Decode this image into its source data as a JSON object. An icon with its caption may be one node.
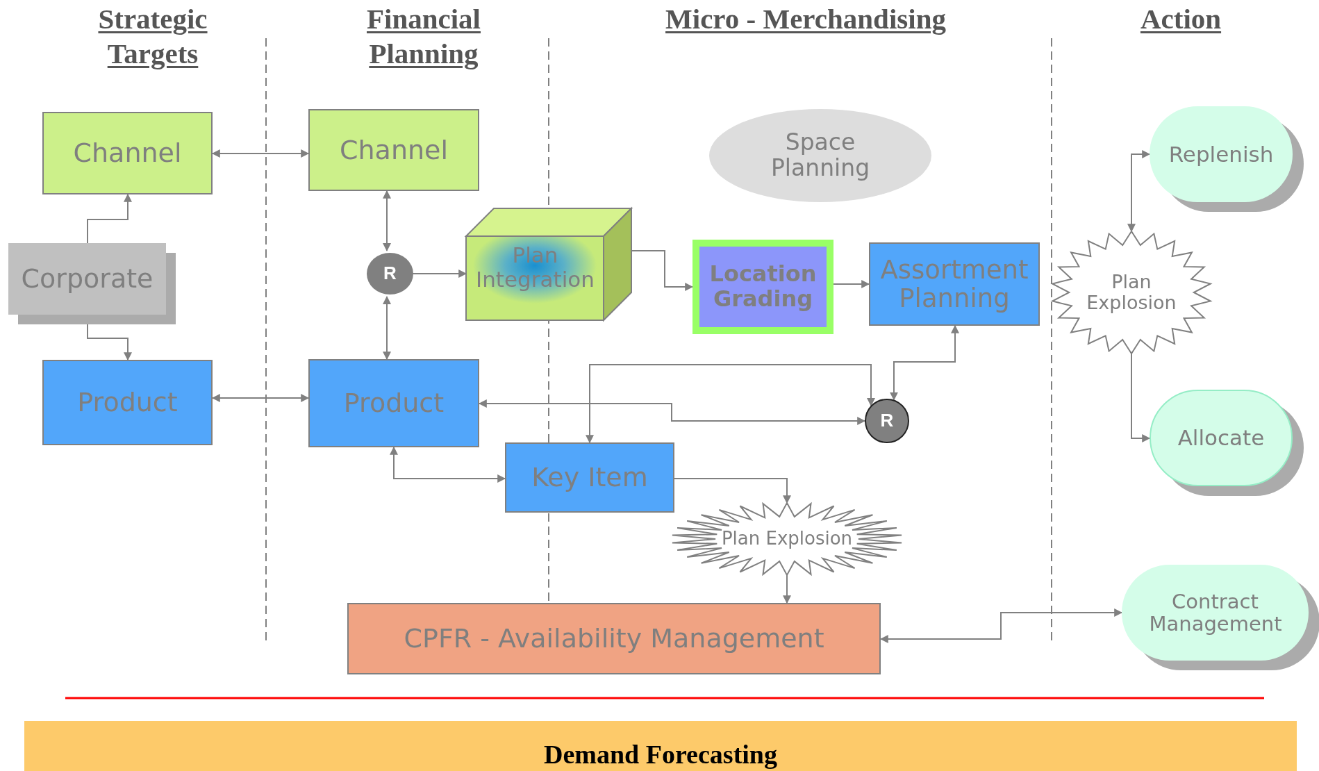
{
  "diagram": {
    "nodes": [
      {
        "text": [
          "Channel"
        ]
      },
      {
        "text": [
          "Corporate"
        ]
      },
      {
        "text": [
          "Product"
        ]
      },
      {
        "text": [
          "Channel"
        ]
      },
      {
        "text": [
          "R"
        ]
      },
      {
        "text": [
          "Plan Integration"
        ]
      },
      {
        "text": [
          "Product"
        ]
      },
      {
        "text": [
          "Space Planning"
        ]
      },
      {
        "text": [
          "Location Grading"
        ]
      },
      {
        "text": [
          "Assortment Planning"
        ]
      },
      {
        "text": [
          "R"
        ]
      },
      {
        "text": [
          "Key Item"
        ]
      },
      {
        "text": [
          "Plan Explosion"
        ]
      },
      {
        "text": [
          "CPFR - Availability Management"
        ]
      },
      {
        "text": [
          "Plan Explosion"
        ]
      },
      {
        "text": [
          "Replenish"
        ]
      },
      {
        "text": [
          "Allocate"
        ]
      },
      {
        "text": [
          "Contract Management"
        ]
      },
      {
        "text": [
          "Demand Forecasting"
        ]
      }
    ],
    "edges": [
      {
        "from": 0,
        "to": 3,
        "arrow": "both"
      },
      {
        "from": 1,
        "to": 0,
        "arrow": "to"
      },
      {
        "from": 1,
        "to": 2,
        "arrow": "to"
      },
      {
        "from": 2,
        "to": 6,
        "arrow": "both"
      },
      {
        "from": 3,
        "to": 4,
        "arrow": "both"
      },
      {
        "from": 4,
        "to": 6,
        "arrow": "both"
      },
      {
        "from": 4,
        "to": 5,
        "arrow": "to"
      },
      {
        "from": 5,
        "to": 8,
        "arrow": "to"
      },
      {
        "from": 8,
        "to": 9,
        "arrow": "to"
      },
      {
        "from": 9,
        "to": 10,
        "arrow": "both"
      },
      {
        "from": 6,
        "to": 10,
        "arrow": "both"
      },
      {
        "from": 11,
        "to": 10,
        "arrow": "both"
      },
      {
        "from": 6,
        "to": 11,
        "arrow": "both"
      },
      {
        "from": 11,
        "to": 12,
        "arrow": "to"
      },
      {
        "from": 12,
        "to": 13,
        "arrow": "to"
      },
      {
        "from": 13,
        "to": 17,
        "arrow": "both"
      },
      {
        "from": 15,
        "to": 14,
        "arrow": "both"
      },
      {
        "from": 14,
        "to": 16,
        "arrow": "to"
      }
    ],
    "labels": [
      "Strategic Targets",
      "Financial Planning",
      "Micro - Merchandising",
      "Action"
    ]
  }
}
